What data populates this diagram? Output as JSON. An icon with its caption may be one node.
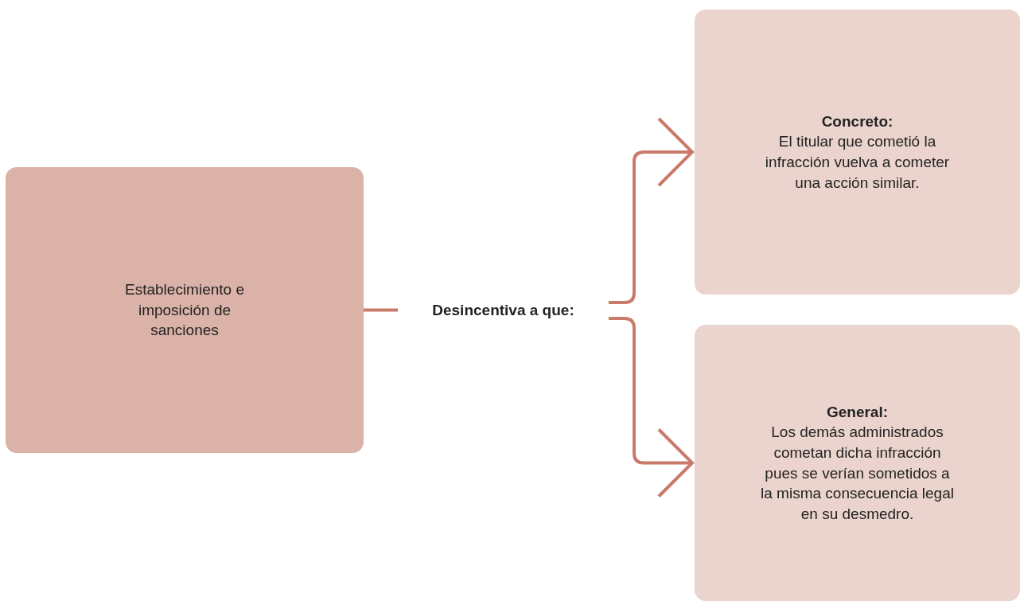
{
  "diagram": {
    "nodes": [
      {
        "text": [
          "Establecimiento e imposición de sanciones"
        ]
      },
      {
        "text": [
          "Desincentiva a que:"
        ]
      },
      {
        "text": [
          "Concreto:",
          "El titular que cometió la infracción vuelva a cometer una acción similar."
        ]
      },
      {
        "text": [
          "General:",
          "Los demás administrados cometan dicha infracción pues se verían sometidos a la misma consecuencia legal en su desmedro."
        ]
      }
    ],
    "edges": [
      {
        "from": 0,
        "to": 1,
        "arrow": "none"
      },
      {
        "from": 1,
        "to": 2,
        "arrow": "to"
      },
      {
        "from": 1,
        "to": 3,
        "arrow": "to"
      }
    ]
  }
}
